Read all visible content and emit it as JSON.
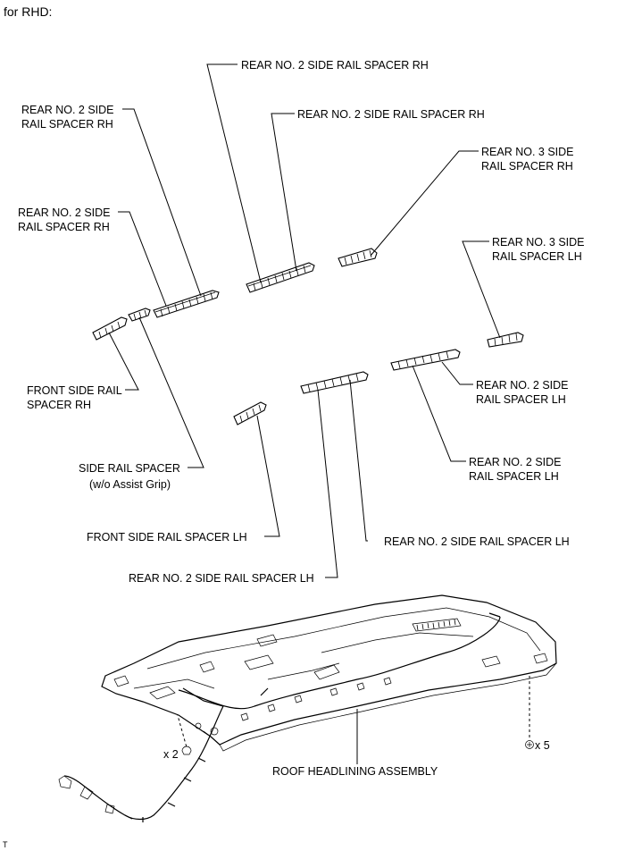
{
  "header": {
    "title": "for RHD:"
  },
  "labels": {
    "rear2_rh_top": "REAR NO. 2 SIDE RAIL SPACER RH",
    "rear2_rh_mid": "REAR NO. 2 SIDE RAIL SPACER RH",
    "rear2_rh_left_a": [
      "REAR NO. 2 SIDE",
      "RAIL SPACER RH"
    ],
    "rear2_rh_left_b": [
      "REAR NO. 2 SIDE",
      "RAIL SPACER RH"
    ],
    "rear3_rh": [
      "REAR NO. 3 SIDE",
      "RAIL SPACER RH"
    ],
    "rear3_lh": [
      "REAR NO. 3 SIDE",
      "RAIL SPACER LH"
    ],
    "front_rh": [
      "FRONT SIDE RAIL",
      "SPACER RH"
    ],
    "rear2_lh_a": [
      "REAR NO. 2 SIDE",
      "RAIL SPACER LH"
    ],
    "rear2_lh_b": [
      "REAR NO. 2 SIDE",
      "RAIL SPACER LH"
    ],
    "side_rail": [
      "SIDE RAIL SPACER",
      "(w/o Assist Grip)"
    ],
    "front_lh": "FRONT SIDE RAIL SPACER LH",
    "rear2_lh_c": "REAR NO. 2 SIDE RAIL SPACER LH",
    "rear2_lh_d": "REAR NO. 2 SIDE RAIL SPACER LH",
    "headlining": "ROOF HEADLINING ASSEMBLY",
    "qty_clip": "x 2",
    "qty_screw": "x 5",
    "corner_mark": "T"
  }
}
